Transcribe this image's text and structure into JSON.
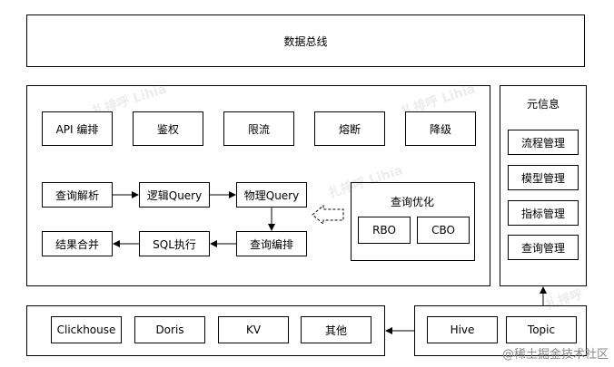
{
  "data_bus": {
    "label": "数据总线"
  },
  "gateway": {
    "top_row": [
      "API 编排",
      "鉴权",
      "限流",
      "熔断",
      "降级"
    ],
    "flow": {
      "parse": "查询解析",
      "logical": "逻辑Query",
      "physical": "物理Query",
      "compile": "查询编排",
      "sql_exec": "SQL执行",
      "merge": "结果合并"
    },
    "optimizer": {
      "title": "查询优化",
      "rbo": "RBO",
      "cbo": "CBO"
    }
  },
  "metadata": {
    "title": "元信息",
    "items": [
      "流程管理",
      "模型管理",
      "指标管理",
      "查询管理"
    ]
  },
  "engines": [
    "Clickhouse",
    "Doris",
    "KV",
    "其他"
  ],
  "sources": [
    "Hive",
    "Topic"
  ],
  "watermark": "@稀土掘金技术社区",
  "colors": {
    "line": "#000000",
    "background": "#ffffff",
    "watermark": "#8a8a8a"
  }
}
